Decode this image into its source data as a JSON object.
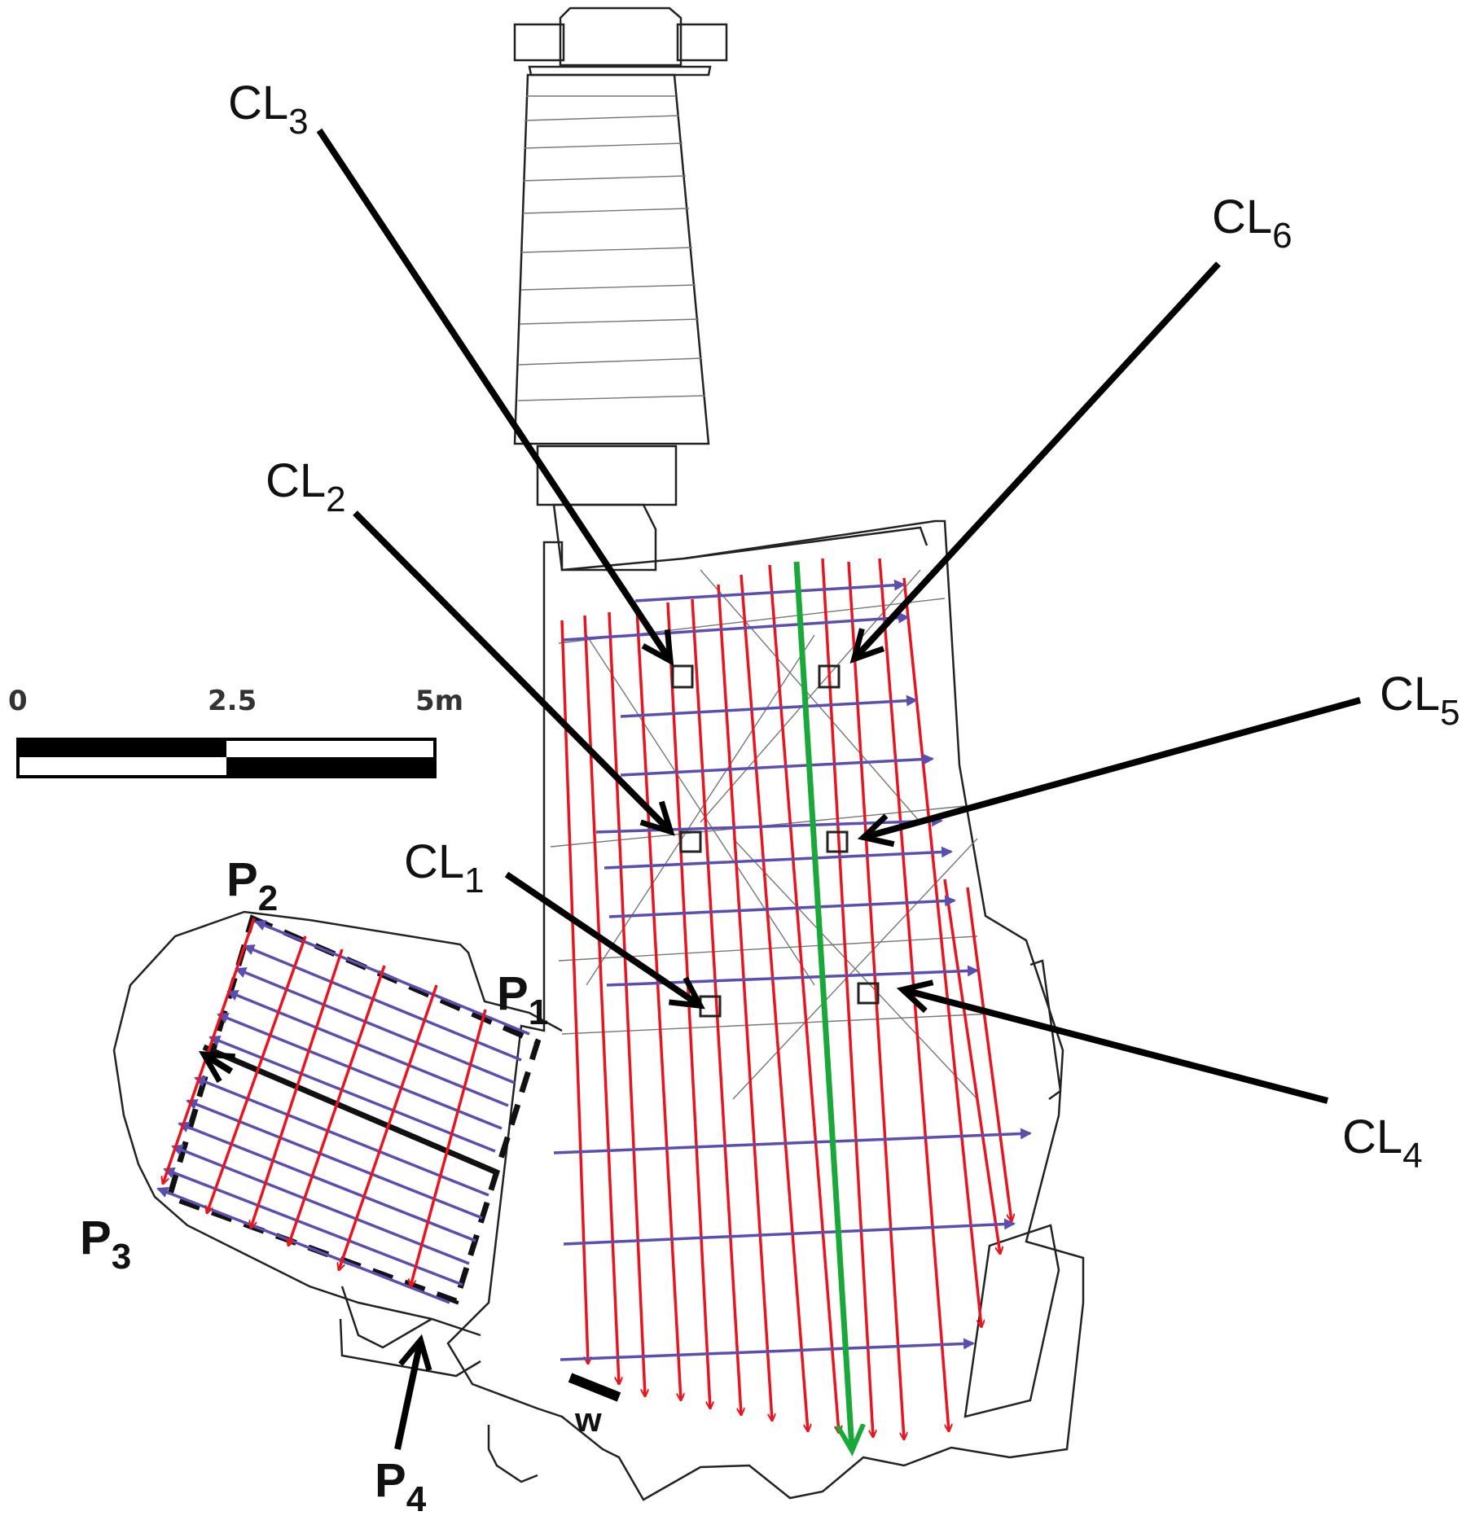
{
  "scale": {
    "ticks": [
      "0",
      "2.5",
      "5m"
    ]
  },
  "labels": {
    "cl1": {
      "main": "CL",
      "sub": "1"
    },
    "cl2": {
      "main": "CL",
      "sub": "2"
    },
    "cl3": {
      "main": "CL",
      "sub": "3"
    },
    "cl4": {
      "main": "CL",
      "sub": "4"
    },
    "cl5": {
      "main": "CL",
      "sub": "5"
    },
    "cl6": {
      "main": "CL",
      "sub": "6"
    },
    "p1": {
      "main": "P",
      "sub": "1"
    },
    "p2": {
      "main": "P",
      "sub": "2"
    },
    "p3": {
      "main": "P",
      "sub": "3"
    },
    "p4": {
      "main": "P",
      "sub": "4"
    },
    "w": "w"
  },
  "colors": {
    "red_path": "#e8141e",
    "blue_path": "#5a4fb0",
    "green_path": "#1aa83a",
    "callout": "#000000"
  }
}
